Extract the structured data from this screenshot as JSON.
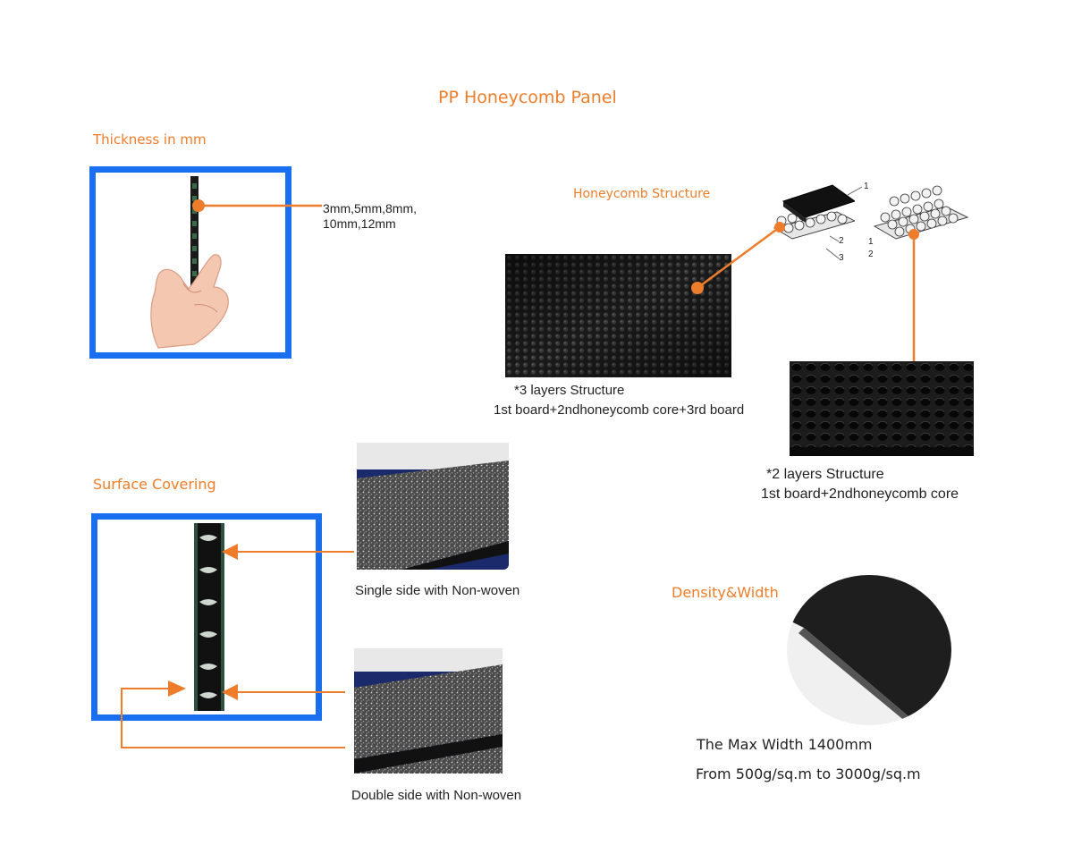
{
  "title": "PP Honeycomb Panel",
  "thickness": {
    "heading": "Thickness in mm",
    "values_line1": "3mm,5mm,8mm,",
    "values_line2": "10mm,12mm"
  },
  "honeycomb": {
    "heading": "Honeycomb Structure",
    "diagram_labels": [
      "1",
      "2",
      "3",
      "1",
      "2"
    ],
    "three_layers_title": "*3 layers Structure",
    "three_layers_desc": "1st board+2ndhoneycomb core+3rd board",
    "two_layers_title": "*2 layers Structure",
    "two_layers_desc": "1st board+2ndhoneycomb core"
  },
  "surface": {
    "heading": "Surface Covering",
    "single_caption": "Single side with Non-woven",
    "double_caption": "Double side with Non-woven"
  },
  "density": {
    "heading": "Density&Width",
    "max_width": "The Max Width 1400mm",
    "range": "From 500g/sq.m to 3000g/sq.m"
  },
  "colors": {
    "accent_orange": "#ee7d2b",
    "frame_blue": "#1a6ff0",
    "panel_black": "#141414"
  }
}
